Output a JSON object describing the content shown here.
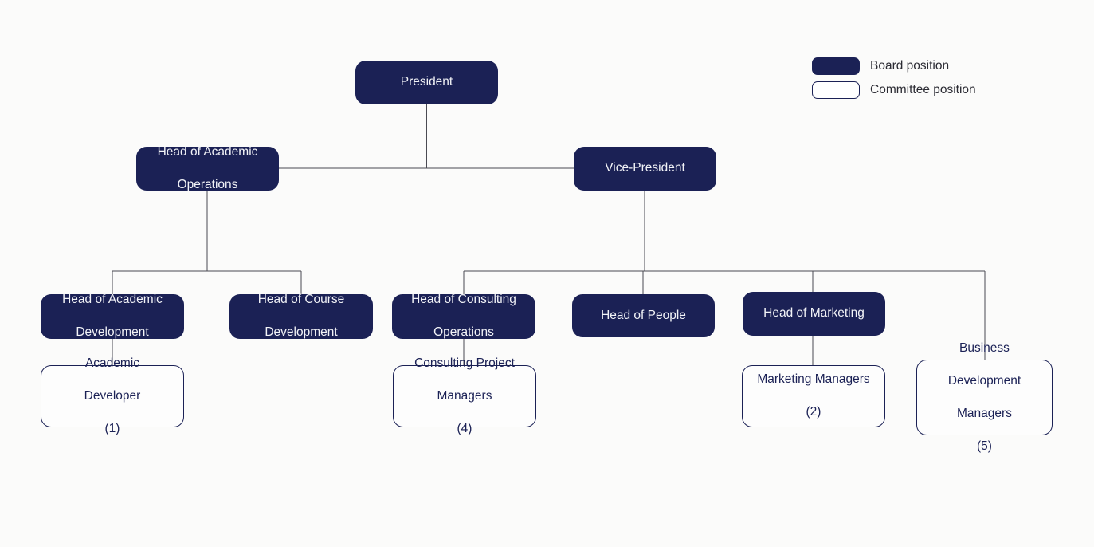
{
  "chart_data": {
    "type": "diagram",
    "title": "Organizational chart",
    "colors": {
      "board_fill": "#1b2155",
      "board_text": "#f2f3f7",
      "committee_fill": "#fdfdfd",
      "committee_border": "#1b2155",
      "committee_text": "#1b2155",
      "connector": "#4a4a52",
      "background": "#fbfbfa"
    },
    "nodes": [
      {
        "id": "president",
        "label": "President",
        "type": "board",
        "level": 1
      },
      {
        "id": "head-academic-operations",
        "label": "Head of Academic Operations",
        "type": "board",
        "level": 2
      },
      {
        "id": "vice-president",
        "label": "Vice-President",
        "type": "board",
        "level": 2
      },
      {
        "id": "head-academic-development",
        "label": "Head of Academic Development",
        "type": "board",
        "level": 3
      },
      {
        "id": "head-course-development",
        "label": "Head of Course Development",
        "type": "board",
        "level": 3
      },
      {
        "id": "head-consulting-operations",
        "label": "Head of Consulting Operations",
        "type": "board",
        "level": 3
      },
      {
        "id": "head-people",
        "label": "Head of People",
        "type": "board",
        "level": 3
      },
      {
        "id": "head-marketing",
        "label": "Head of Marketing",
        "type": "board",
        "level": 3
      },
      {
        "id": "academic-developer",
        "label": "Academic Developer",
        "count": "(1)",
        "type": "committee",
        "level": 4
      },
      {
        "id": "consulting-project-managers",
        "label": "Consulting Project Managers",
        "count": "(4)",
        "type": "committee",
        "level": 4
      },
      {
        "id": "marketing-managers",
        "label": "Marketing Managers",
        "count": "(2)",
        "type": "committee",
        "level": 4
      },
      {
        "id": "business-development-managers",
        "label": "Business Development Managers",
        "count": "(5)",
        "type": "committee",
        "level": 4
      }
    ],
    "edges": [
      {
        "from": "president",
        "to": "head-academic-operations"
      },
      {
        "from": "president",
        "to": "vice-president"
      },
      {
        "from": "head-academic-operations",
        "to": "head-academic-development"
      },
      {
        "from": "head-academic-operations",
        "to": "head-course-development"
      },
      {
        "from": "vice-president",
        "to": "head-consulting-operations"
      },
      {
        "from": "vice-president",
        "to": "head-people"
      },
      {
        "from": "vice-president",
        "to": "head-marketing"
      },
      {
        "from": "vice-president",
        "to": "business-development-managers"
      },
      {
        "from": "head-academic-development",
        "to": "academic-developer"
      },
      {
        "from": "head-consulting-operations",
        "to": "consulting-project-managers"
      },
      {
        "from": "head-marketing",
        "to": "marketing-managers"
      }
    ]
  },
  "legend": {
    "board": {
      "label": "Board position"
    },
    "committee": {
      "label": "Committee position"
    }
  },
  "nodes": {
    "president": {
      "line1": "President"
    },
    "head_academic_operations": {
      "line1": "Head of Academic",
      "line2": "Operations"
    },
    "vice_president": {
      "line1": "Vice-President"
    },
    "head_academic_development": {
      "line1": "Head of Academic",
      "line2": "Development"
    },
    "head_course_development": {
      "line1": "Head of Course",
      "line2": "Development"
    },
    "head_consulting_operations": {
      "line1": "Head of Consulting",
      "line2": "Operations"
    },
    "head_people": {
      "line1": "Head of People"
    },
    "head_marketing": {
      "line1": "Head of Marketing"
    },
    "academic_developer": {
      "line1": "Academic",
      "line2": "Developer",
      "line3": "(1)"
    },
    "consulting_project_managers": {
      "line1": "Consulting Project",
      "line2": "Managers",
      "line3": "(4)"
    },
    "marketing_managers": {
      "line1": "Marketing Managers",
      "line2": "(2)"
    },
    "business_development_managers": {
      "line1": "Business",
      "line2": "Development",
      "line3": "Managers",
      "line4": "(5)"
    }
  }
}
